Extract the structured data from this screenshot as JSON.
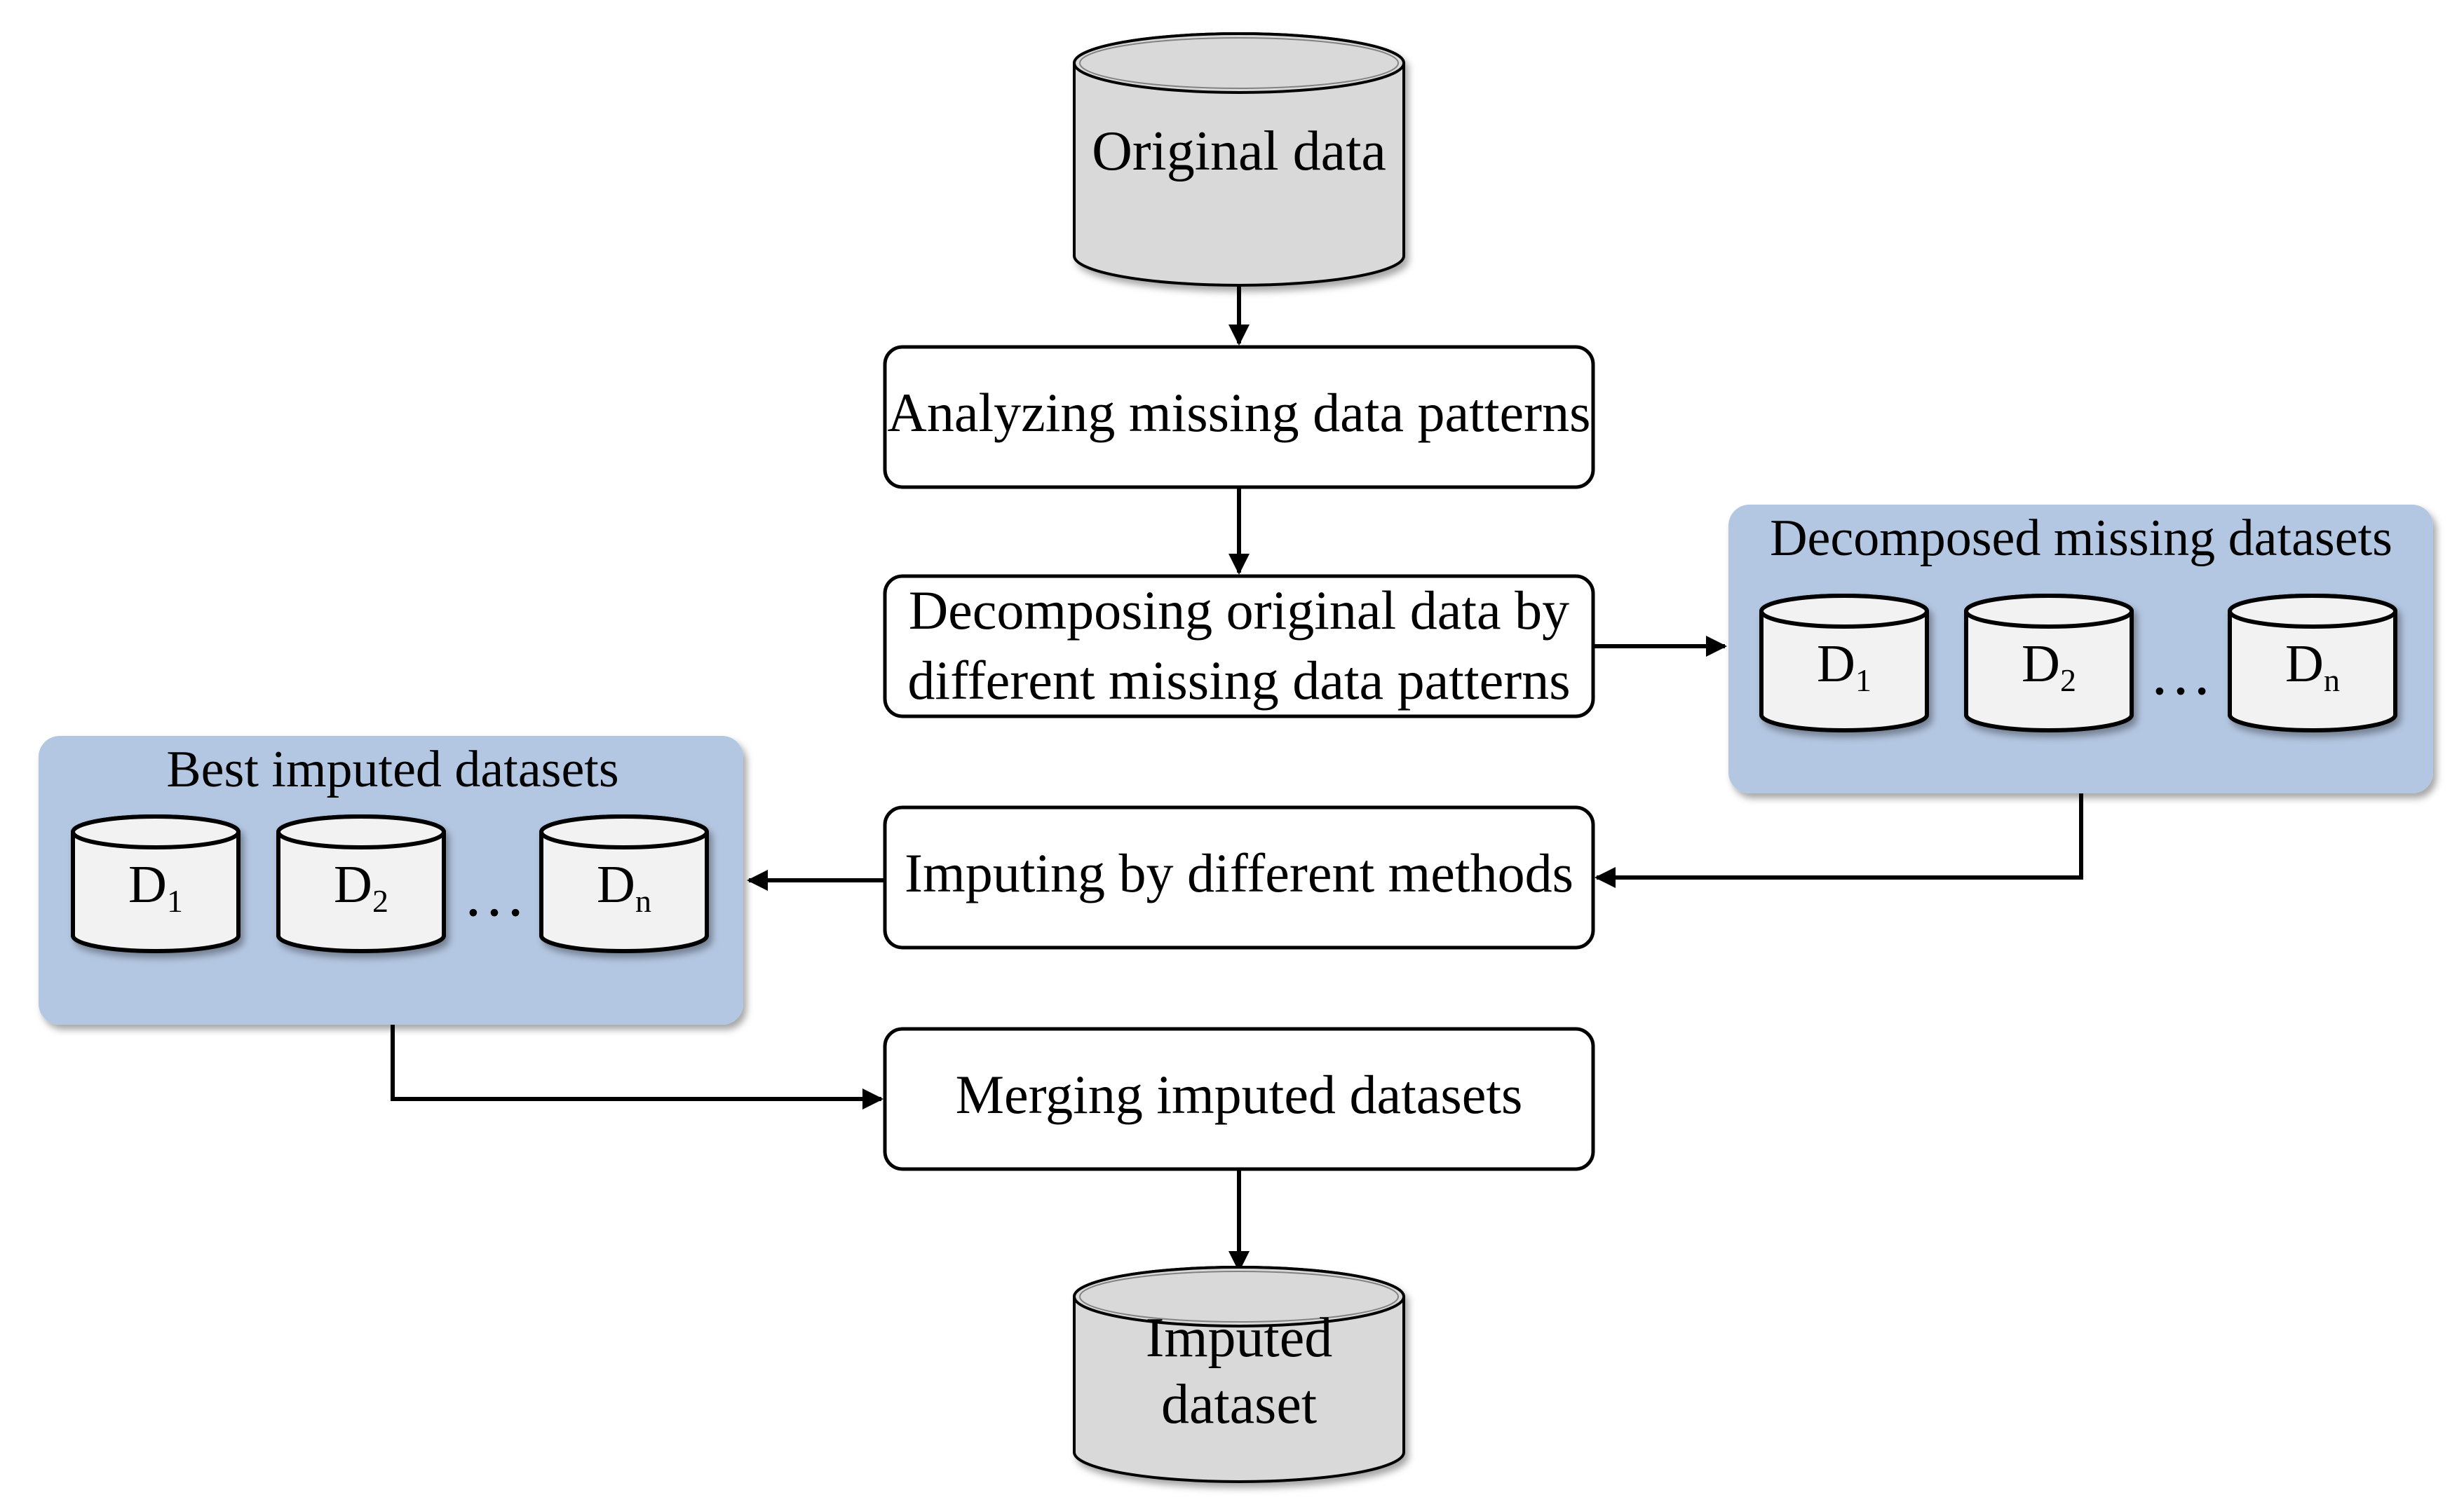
{
  "nodes": {
    "original": [
      "Original data"
    ],
    "analyze": [
      "Analyzing missing data patterns"
    ],
    "decompose": [
      "Decomposing original data by",
      "different missing data patterns"
    ],
    "impute": [
      "Imputing by different methods"
    ],
    "merge": [
      "Merging imputed datasets"
    ],
    "imputed": [
      "Imputed",
      "dataset"
    ]
  },
  "groups": {
    "decomposed": {
      "title": "Decomposed missing datasets",
      "items": [
        {
          "main": "D",
          "sub": "1"
        },
        {
          "main": "D",
          "sub": "2"
        },
        {
          "main": "D",
          "sub": "n"
        }
      ],
      "ellipsis": "…"
    },
    "best": {
      "title": "Best imputed datasets",
      "items": [
        {
          "main": "D",
          "sub": "1"
        },
        {
          "main": "D",
          "sub": "2"
        },
        {
          "main": "D",
          "sub": "n"
        }
      ],
      "ellipsis": "…"
    }
  },
  "colors": {
    "panel": "#b4c7e2",
    "cylinder_big": "#d9d9d9",
    "cylinder_small": "#f2f2f2",
    "stroke": "#000000"
  }
}
